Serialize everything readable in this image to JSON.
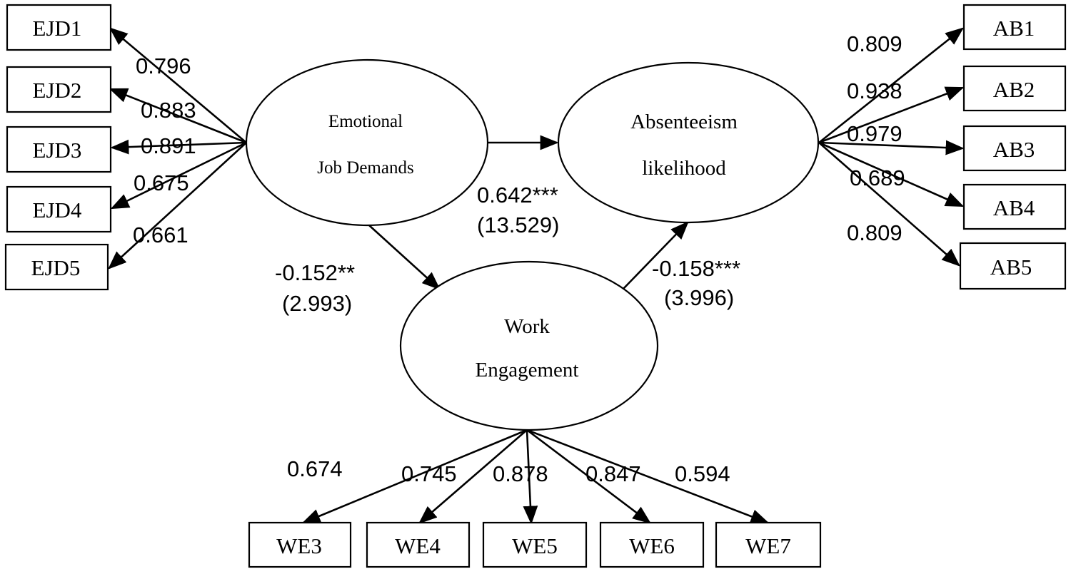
{
  "latents": {
    "ejd": {
      "line1": "Emotional",
      "line2": "Job Demands"
    },
    "ab": {
      "line1": "Absenteeism",
      "line2": "likelihood"
    },
    "we": {
      "line1": "Work",
      "line2": "Engagement"
    }
  },
  "indicators": {
    "ejd": [
      "EJD1",
      "EJD2",
      "EJD3",
      "EJD4",
      "EJD5"
    ],
    "ab": [
      "AB1",
      "AB2",
      "AB3",
      "AB4",
      "AB5"
    ],
    "we": [
      "WE3",
      "WE4",
      "WE5",
      "WE6",
      "WE7"
    ]
  },
  "loadings": {
    "ejd": [
      "0.796",
      "0.883",
      "0.891",
      "0.675",
      "0.661"
    ],
    "ab": [
      "0.809",
      "0.938",
      "0.979",
      "0.689",
      "0.809"
    ],
    "we": [
      "0.674",
      "0.745",
      "0.878",
      "0.847",
      "0.594"
    ]
  },
  "paths": {
    "ejd_ab": {
      "coef": "0.642***",
      "t": "(13.529)"
    },
    "ejd_we": {
      "coef": "-0.152**",
      "t": "(2.993)"
    },
    "we_ab": {
      "coef": "-0.158***",
      "t": "(3.996)"
    }
  }
}
